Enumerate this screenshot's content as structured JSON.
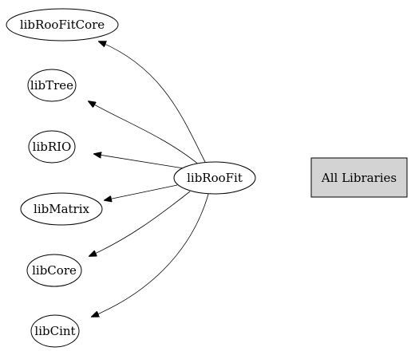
{
  "diagram": {
    "nodes": {
      "center": "libRooFit",
      "roofitcore": "libRooFitCore",
      "tree": "libTree",
      "rio": "libRIO",
      "matrix": "libMatrix",
      "core": "libCore",
      "cint": "libCint",
      "all_libraries": "All Libraries"
    }
  }
}
